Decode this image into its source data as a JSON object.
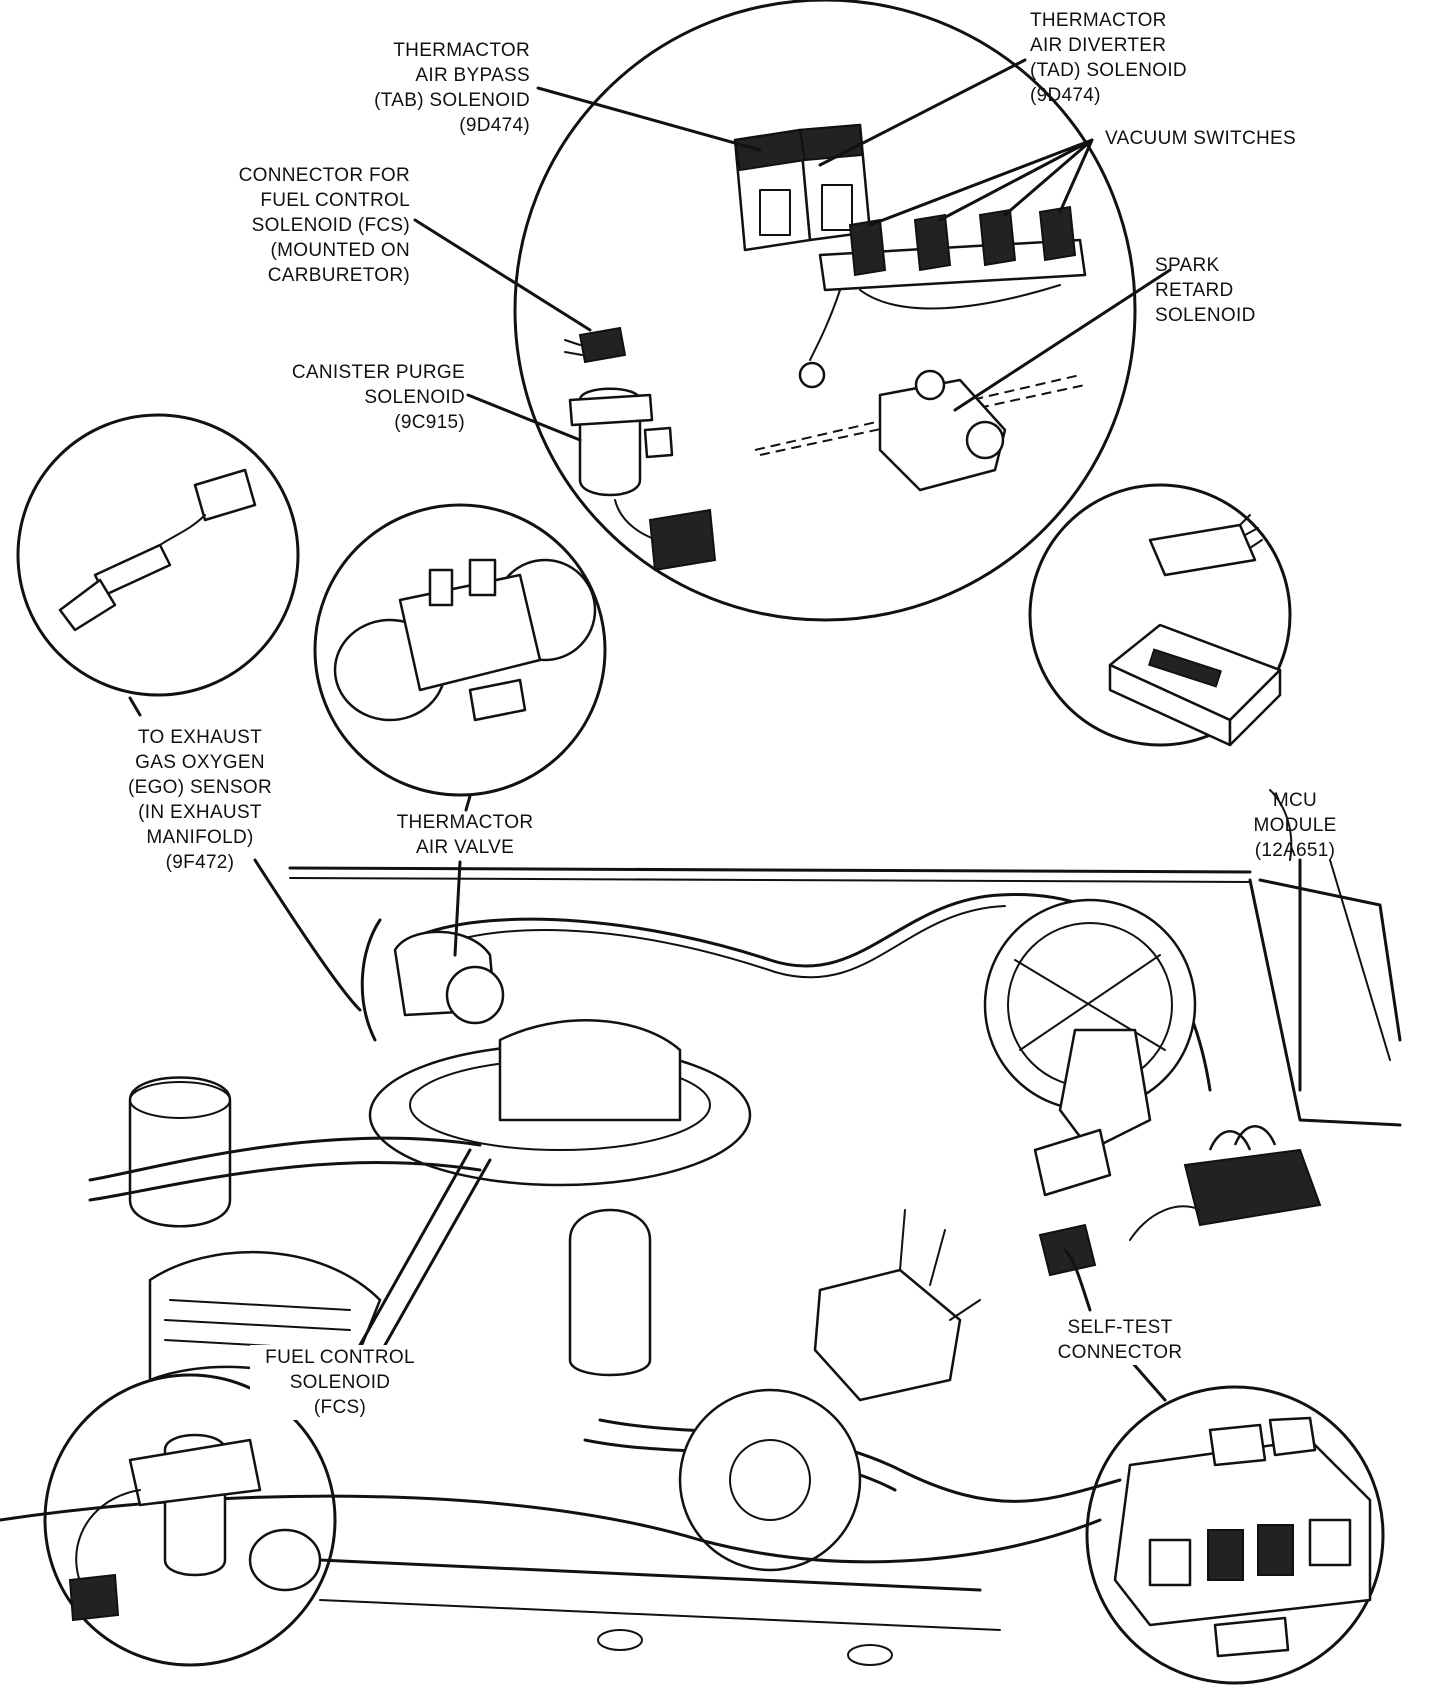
{
  "labels": {
    "tab_solenoid": [
      "THERMACTOR",
      "AIR BYPASS",
      "(TAB) SOLENOID",
      "(9D474)"
    ],
    "tad_solenoid": [
      "THERMACTOR",
      "AIR DIVERTER",
      "(TAD) SOLENOID",
      "(9D474)"
    ],
    "vacuum_switches": [
      "VACUUM SWITCHES"
    ],
    "fcs_connector": [
      "CONNECTOR FOR",
      "FUEL CONTROL",
      "SOLENOID (FCS)",
      "(MOUNTED ON",
      "CARBURETOR)"
    ],
    "spark_retard": [
      "SPARK",
      "RETARD",
      "SOLENOID"
    ],
    "canister_purge": [
      "CANISTER PURGE",
      "SOLENOID",
      "(9C915)"
    ],
    "ego_sensor": [
      "TO EXHAUST",
      "GAS OXYGEN",
      "(EGO) SENSOR",
      "(IN EXHAUST",
      "MANIFOLD)",
      "(9F472)"
    ],
    "thermactor_air_valve": [
      "THERMACTOR",
      "AIR VALVE"
    ],
    "mcu_module": [
      "MCU",
      "MODULE",
      "(12A651)"
    ],
    "fuel_control_solenoid": [
      "FUEL CONTROL",
      "SOLENOID",
      "(FCS)"
    ],
    "self_test_connector": [
      "SELF-TEST",
      "CONNECTOR"
    ]
  },
  "colors": {
    "ink": "#111111",
    "paper": "#ffffff"
  }
}
